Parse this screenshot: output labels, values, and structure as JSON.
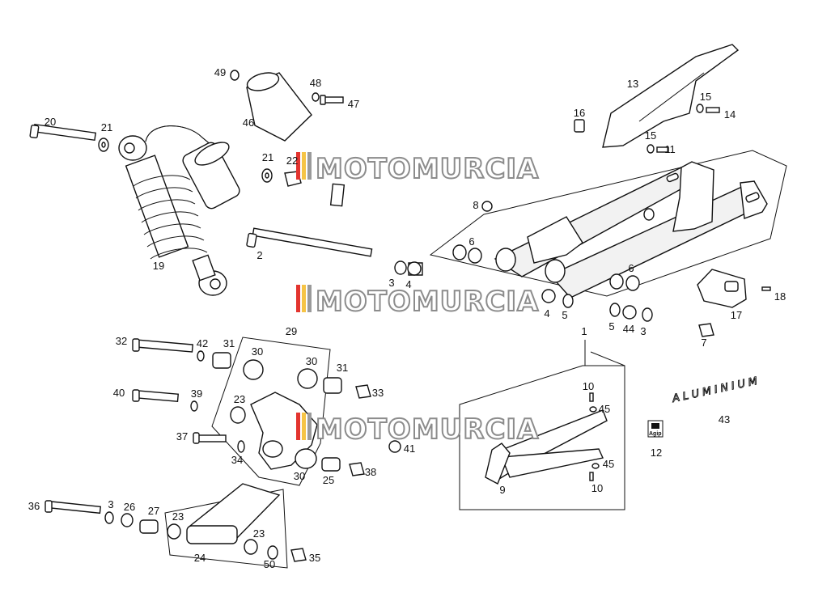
{
  "watermark": {
    "text": "MOTOMURCIA",
    "stripe_colors": [
      "#e3342f",
      "#f6c445",
      "#9a9a9a"
    ]
  },
  "brand_decal": "ALUMINIUM",
  "agip_decal": "Agip",
  "callouts": [
    "1",
    "2",
    "3",
    "3",
    "3",
    "4",
    "4",
    "5",
    "5",
    "6",
    "6",
    "7",
    "8",
    "9",
    "10",
    "10",
    "11",
    "12",
    "13",
    "14",
    "15",
    "15",
    "16",
    "17",
    "18",
    "19",
    "20",
    "21",
    "21",
    "22",
    "23",
    "23",
    "23",
    "24",
    "25",
    "26",
    "27",
    "29",
    "30",
    "30",
    "30",
    "31",
    "31",
    "32",
    "33",
    "34",
    "35",
    "36",
    "37",
    "38",
    "39",
    "40",
    "41",
    "42",
    "43",
    "44",
    "45",
    "45",
    "46",
    "47",
    "48",
    "49",
    "50"
  ]
}
